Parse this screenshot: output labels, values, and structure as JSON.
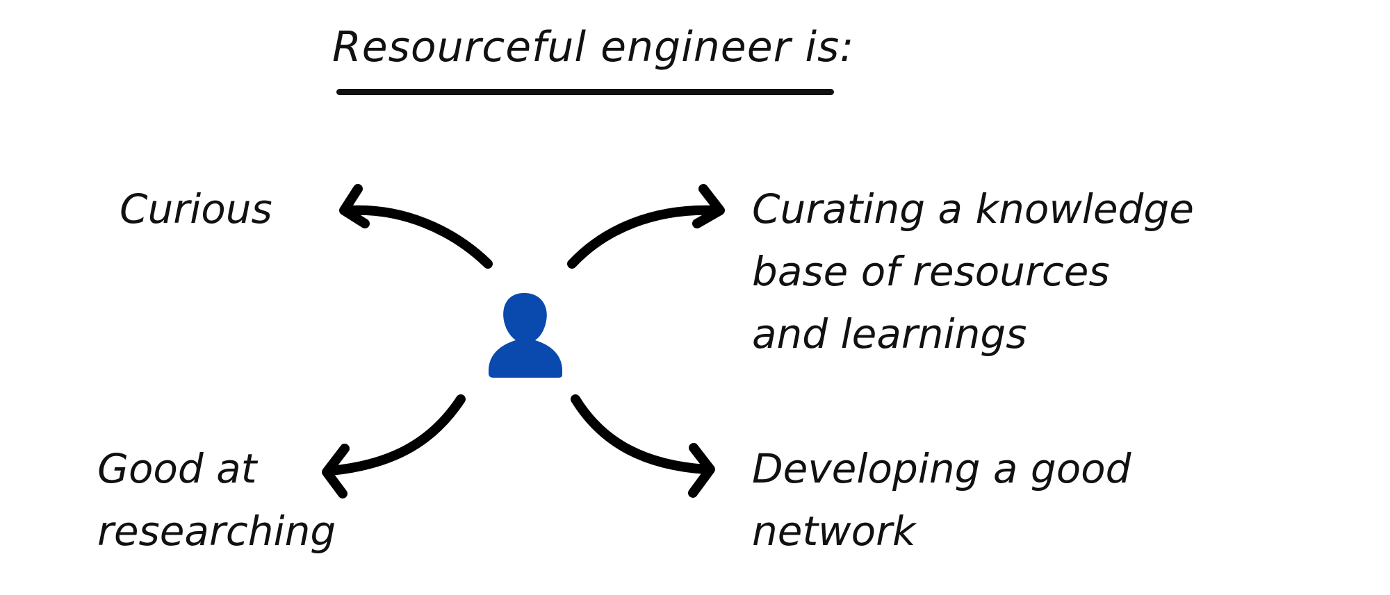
{
  "title": "Resourceful engineer is:",
  "center": {
    "icon": "person-icon",
    "color": "#0a49ad"
  },
  "traits": {
    "curious": {
      "lines": [
        "Curious"
      ]
    },
    "curating": {
      "lines": [
        "Curating a knowledge",
        "base of resources",
        "and learnings"
      ]
    },
    "researching": {
      "lines": [
        "Good at",
        "researching"
      ]
    },
    "network": {
      "lines": [
        "Developing a good",
        "network"
      ]
    }
  },
  "colors": {
    "ink": "#000000",
    "background": "#ffffff"
  }
}
